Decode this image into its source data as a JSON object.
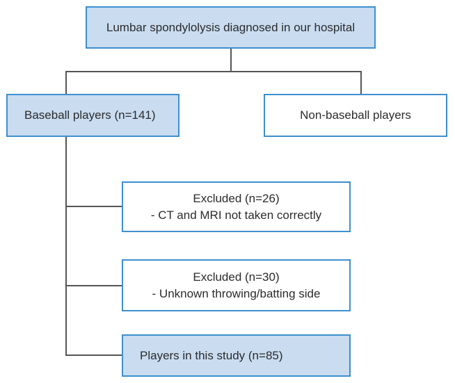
{
  "flowchart": {
    "root": "Lumbar spondylolysis diagnosed in our hospital",
    "baseball": "Baseball players (n=141)",
    "non_baseball": "Non-baseball players",
    "excluded_1": {
      "title": "Excluded (n=26)",
      "reason": "- CT and MRI not taken correctly"
    },
    "excluded_2": {
      "title": "Excluded (n=30)",
      "reason": "- Unknown throwing/batting side"
    },
    "final": "Players in this study (n=85)"
  },
  "colors": {
    "border": "#3d8fcf",
    "fill": "#c9dcf0",
    "connector": "#555555"
  }
}
